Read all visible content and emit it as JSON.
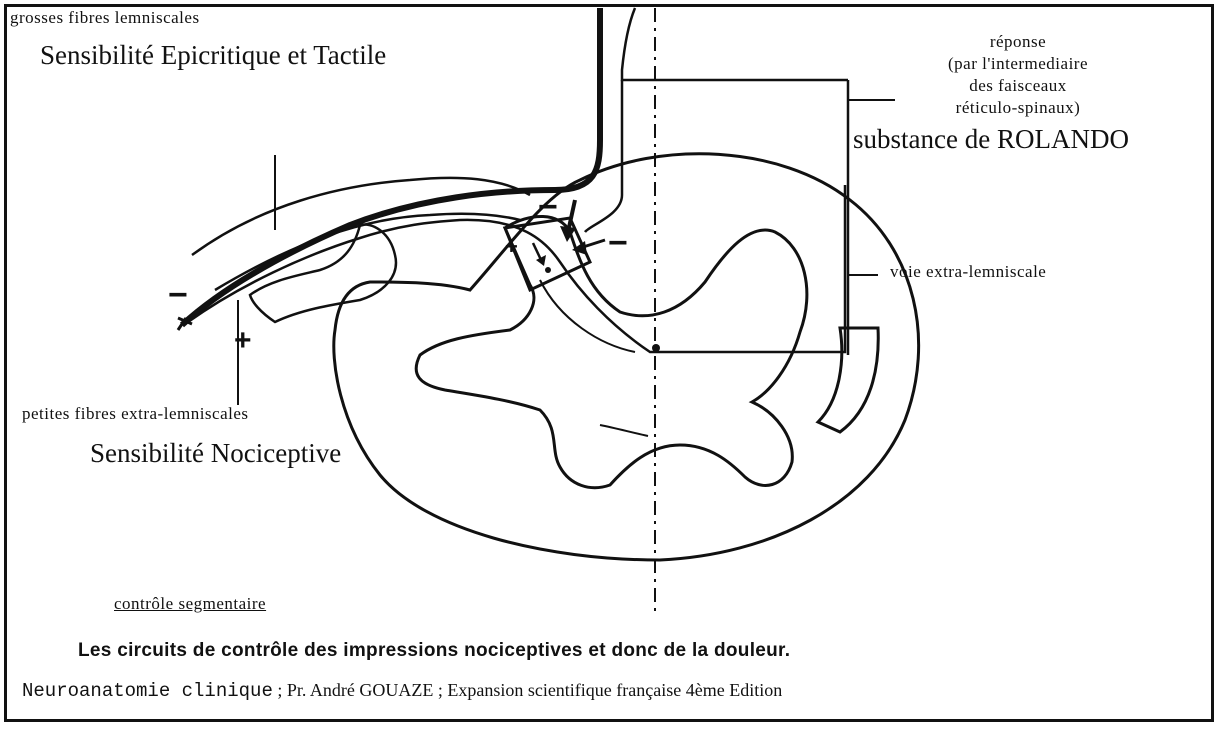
{
  "labels": {
    "grosses_fibres": "grosses fibres lemniscales",
    "sensibilite_epicritique": "Sensibilité Epicritique et Tactile",
    "reponse_lines": [
      "réponse",
      "(par l'intermediaire",
      "des faisceaux",
      "réticulo-spinaux)"
    ],
    "substance_rolando": "substance de ROLANDO",
    "voie_extra": "voie extra-lemniscale",
    "petites_fibres": "petites fibres extra-lemniscales",
    "sensibilite_nociceptive": "Sensibilité Nociceptive",
    "controle_segmentaire": "contrôle segmentaire"
  },
  "signs": {
    "minus_left": "−",
    "plus_left": "+",
    "minus_top": "−",
    "minus_right": "−",
    "plus_center": "+"
  },
  "caption": {
    "title": "Les circuits de contrôle des impressions nociceptives et donc de la douleur.",
    "citation_book": "Neuroanatomie clinique",
    "citation_rest": " ; Pr. André GOUAZE ; Expansion scientifique française 4ème Edition"
  }
}
